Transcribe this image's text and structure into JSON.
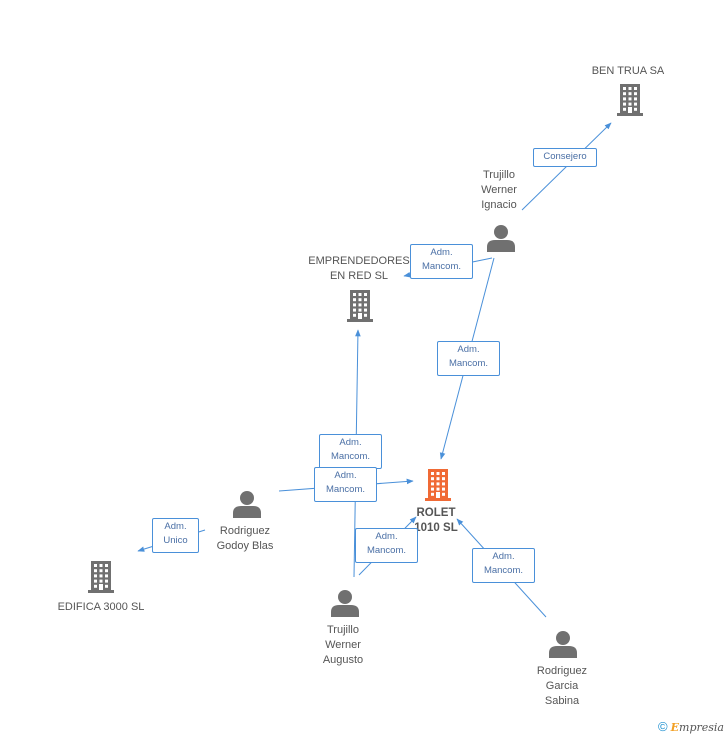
{
  "nodes": {
    "ben_trua": {
      "label": "BEN TRUA SA",
      "type": "company"
    },
    "emprendedores": {
      "label_lines": [
        "EMPRENDEDORES",
        "EN RED SL"
      ],
      "type": "company"
    },
    "rolet": {
      "label_lines": [
        "ROLET",
        "1010 SL"
      ],
      "type": "company_main"
    },
    "edifica": {
      "label": "EDIFICA 3000 SL",
      "type": "company"
    },
    "trujillo_ignacio": {
      "label_lines": [
        "Trujillo",
        "Werner",
        "Ignacio"
      ],
      "type": "person"
    },
    "rodriguez_godoy": {
      "label_lines": [
        "Rodriguez",
        "Godoy Blas"
      ],
      "type": "person"
    },
    "trujillo_augusto": {
      "label_lines": [
        "Trujillo",
        "Werner",
        "Augusto"
      ],
      "type": "person"
    },
    "rodriguez_garcia": {
      "label_lines": [
        "Rodriguez",
        "Garcia",
        "Sabina"
      ],
      "type": "person"
    }
  },
  "edges": [
    {
      "from": "trujillo_ignacio",
      "to": "ben_trua",
      "label": "Consejero"
    },
    {
      "from": "trujillo_ignacio",
      "to": "emprendedores",
      "label_lines": [
        "Adm.",
        "Mancom."
      ]
    },
    {
      "from": "trujillo_ignacio",
      "to": "rolet",
      "label_lines": [
        "Adm.",
        "Mancom."
      ]
    },
    {
      "from": "trujillo_augusto",
      "to": "emprendedores",
      "label_lines": [
        "Adm.",
        "Mancom."
      ]
    },
    {
      "from": "rodriguez_godoy",
      "to": "rolet",
      "label_lines": [
        "Adm.",
        "Mancom."
      ]
    },
    {
      "from": "trujillo_augusto",
      "to": "rolet",
      "label_lines": [
        "Adm.",
        "Mancom."
      ]
    },
    {
      "from": "rodriguez_garcia",
      "to": "rolet",
      "label_lines": [
        "Adm.",
        "Mancom."
      ]
    },
    {
      "from": "rodriguez_godoy",
      "to": "edifica",
      "label_lines": [
        "Adm.",
        "Unico"
      ]
    }
  ],
  "colors": {
    "edge": "#4a90d9",
    "node_gray": "#707070",
    "node_main": "#f06a35",
    "brand_accent": "#f2a024"
  },
  "footer": {
    "copyright_symbol": "©",
    "brand_initial": "E",
    "brand_rest": "mpresia"
  }
}
